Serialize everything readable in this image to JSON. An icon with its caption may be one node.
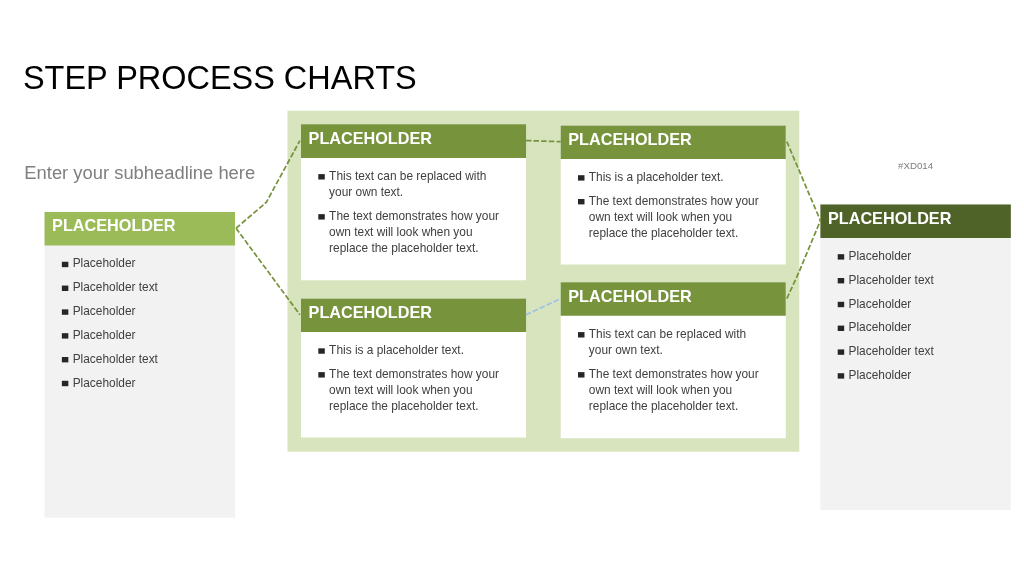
{
  "diagram": {
    "title": "STEP PROCESS CHARTS",
    "nodes": [
      {
        "text": [
          "PLACEHOLDER",
          "Placeholder",
          "Placeholder text",
          "Placeholder",
          "Placeholder",
          "Placeholder text",
          "Placeholder"
        ]
      },
      {
        "text": [],
        "shape": "box"
      },
      {
        "text": [
          "PLACEHOLDER",
          "This text can be replaced with your own text.",
          "The text demonstrates how your own text will look when you replace the placeholder text."
        ],
        "in": 1
      },
      {
        "text": [
          "PLACEHOLDER",
          "This is a placeholder text.",
          "The text demonstrates how your own text will look when you replace the placeholder text."
        ],
        "in": 1
      },
      {
        "text": [
          "PLACEHOLDER",
          "This is a placeholder text.",
          "The text demonstrates how your own text will look when you replace the placeholder text."
        ],
        "in": 1
      },
      {
        "text": [
          "PLACEHOLDER",
          "This text can be replaced with your own text.",
          "The text demonstrates how your own text will look when you replace the placeholder text."
        ],
        "in": 1
      },
      {
        "text": [
          "PLACEHOLDER",
          "Placeholder",
          "Placeholder text",
          "Placeholder",
          "Placeholder",
          "Placeholder text",
          "Placeholder"
        ]
      }
    ],
    "edges": [
      {
        "from": 0,
        "to": 2,
        "arrow": "none",
        "style": "dashed"
      },
      {
        "from": 0,
        "to": 4,
        "arrow": "none",
        "style": "dashed"
      },
      {
        "from": 2,
        "to": 3,
        "arrow": "none",
        "style": "dashed"
      },
      {
        "from": 4,
        "to": 5,
        "arrow": "none",
        "style": "dashed",
        "color": "#9dc3e6"
      },
      {
        "from": 3,
        "to": 6,
        "arrow": "none",
        "style": "dashed"
      },
      {
        "from": 5,
        "to": 6,
        "arrow": "none",
        "style": "dashed"
      }
    ],
    "labels": [
      "#XD014",
      "Enter your subheadline here"
    ]
  }
}
